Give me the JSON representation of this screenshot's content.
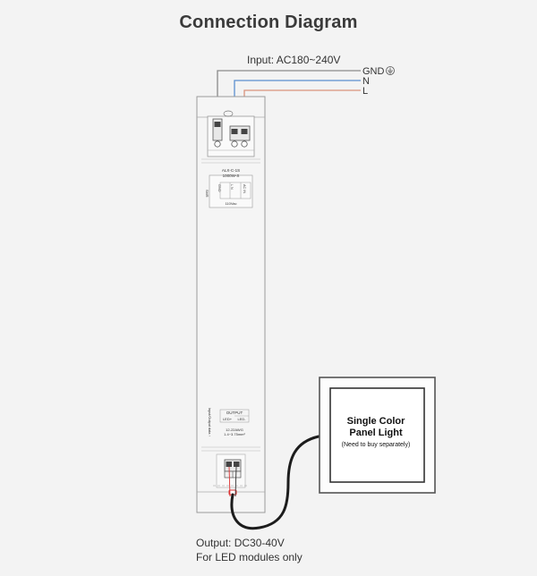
{
  "title": "Connection Diagram",
  "input_label": "Input: AC180~240V",
  "wires": {
    "gnd": {
      "label": "GND",
      "color": "#8a8a8a"
    },
    "n": {
      "label": "N",
      "color": "#5b8fd0"
    },
    "l": {
      "label": "L",
      "color": "#d9937c"
    }
  },
  "device": {
    "model_text": "ALX-C-1S",
    "model_text_2": "1000W-S",
    "ac_in_label": "AC IN",
    "gnd_small": "GND",
    "ln_small": "L N",
    "volt_small": "110Vac",
    "side_text": "SMR",
    "output_box": "OUTPUT",
    "led_plus": "LED+",
    "led_minus": "LED-",
    "awg_text": "12-22AWG",
    "awg_text_2": "1.4~3.75mm²",
    "side_text_2": "Input/Output data ↑"
  },
  "panel": {
    "title_line1": "Single Color",
    "title_line2": "Panel Light",
    "note": "(Need to buy separately)"
  },
  "output": {
    "line1": "Output: DC30-40V",
    "line2": "For LED modules only"
  }
}
